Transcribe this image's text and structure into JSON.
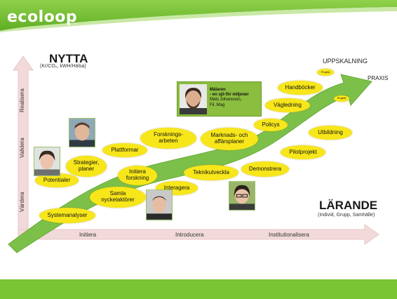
{
  "brand": "ecoloop",
  "colors": {
    "green_bar": "#79c534",
    "arrow_green": "#7cc04a",
    "bubble_yellow": "#f7e61a",
    "axis_pink": "#f2dada"
  },
  "yaxis": {
    "title": "NYTTA",
    "subtitle": "(Kr/CO₂, kWH/Hälsa)",
    "levels": [
      "Värdera",
      "Validera",
      "Realisera"
    ]
  },
  "xaxis": {
    "title": "LÄRANDE",
    "subtitle": "(Individ, Grupp, Samhälle)",
    "stages": [
      "Initiera",
      "Introducera",
      "Institutionalisera"
    ]
  },
  "arrow": {
    "label_top": "UPPSKALNING",
    "label_end": "PRAXIS"
  },
  "bubbles": [
    {
      "text": "Systemanalyser"
    },
    {
      "text": "Potentialer"
    },
    {
      "text": "Strategier,\nplaner"
    },
    {
      "text": "Samla\nnyckelaktörer"
    },
    {
      "text": "Initiera\nforskning"
    },
    {
      "text": "Plattformar"
    },
    {
      "text": "Forsknings-\narbeten"
    },
    {
      "text": "Interagera"
    },
    {
      "text": "Teknikutveckla"
    },
    {
      "text": "Marknads- och\naffärsplaner"
    },
    {
      "text": "Demonstrera"
    },
    {
      "text": "Policys"
    },
    {
      "text": "Vägledning"
    },
    {
      "text": "Handböcker"
    },
    {
      "text": "Pilotprojekt"
    },
    {
      "text": "Utbildning"
    },
    {
      "text": "Projekt"
    },
    {
      "text": "Projekt"
    }
  ],
  "quote": {
    "title": "Mälaren",
    "line2": "- en sjö för miljoner",
    "name": "Mats Johansson,",
    "role": "Fil. Mag"
  }
}
